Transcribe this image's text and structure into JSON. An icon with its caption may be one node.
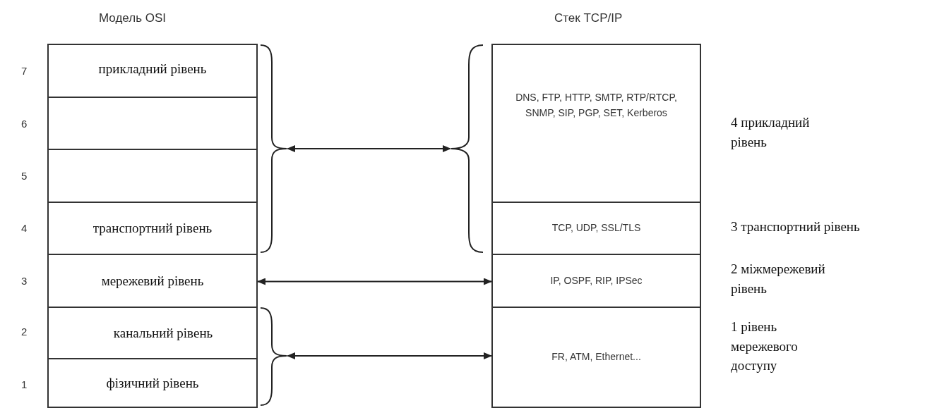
{
  "diagram": {
    "nodes": [
      {
        "text": [
          "прикладний рівень"
        ]
      },
      {
        "text": [],
        "shape": "box"
      },
      {
        "text": [],
        "shape": "box"
      },
      {
        "text": [
          "транспортний рівень"
        ]
      },
      {
        "text": [
          "мережевий рівень"
        ]
      },
      {
        "text": [
          "канальний рівень"
        ]
      },
      {
        "text": [
          "фізичний рівень"
        ]
      },
      {
        "text": [],
        "shape": "brace"
      },
      {
        "text": [],
        "shape": "brace"
      },
      {
        "text": [],
        "shape": "brace"
      },
      {
        "text": [
          "DNS, FTP, HTTP, SMTP, RTP/RTCP, SNMP, SIP, PGP, SET, Kerberos"
        ],
        "beside": [
          "4 прикладний рівень"
        ]
      },
      {
        "text": [
          "TCP, UDP, SSL/TLS"
        ],
        "beside": [
          "3 транспортний рівень"
        ]
      },
      {
        "text": [
          "IP, OSPF, RIP, IPSec"
        ],
        "beside": [
          "2 міжмережевий рівень"
        ]
      },
      {
        "text": [
          "FR, ATM, Ethernet..."
        ],
        "beside": [
          "1 рівень мережевого доступу"
        ]
      }
    ],
    "edges": [
      {
        "from": 7,
        "to": 9,
        "arrow": "both"
      },
      {
        "from": 4,
        "to": 12,
        "arrow": "both"
      },
      {
        "from": 8,
        "to": 13,
        "arrow": "both"
      }
    ],
    "labels": [
      "Модель OSI",
      "Стек TCP/IP",
      "7",
      "6",
      "5",
      "4",
      "3",
      "2",
      "1"
    ]
  }
}
